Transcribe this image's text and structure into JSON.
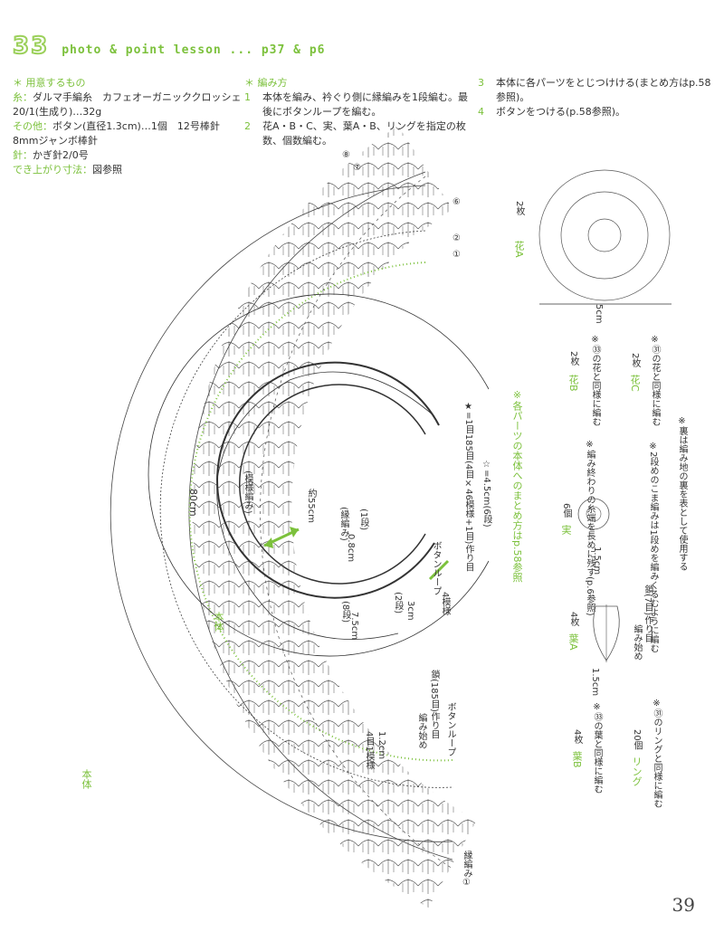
{
  "header": {
    "pattern_number": "33",
    "lesson": "photo & point lesson ... p37 & p6"
  },
  "materials": {
    "title": "＊ 用意するもの",
    "yarn_label": "糸：",
    "yarn": "ダルマ手編糸　カフェオーガニッククロッシェ",
    "yarn_detail": "20/1(生成り)…32g",
    "other_label": "その他：",
    "other": "ボタン(直径1.3cm)…1個　12号棒針",
    "other_detail": "8mmジャンボ棒針",
    "hook_label": "針：",
    "hook": "かぎ針2/0号",
    "size_label": "でき上がり寸法：",
    "size": "図参照"
  },
  "method": {
    "title": "＊ 編み方",
    "steps": [
      {
        "n": "1",
        "text": "本体を編み、衿ぐり側に縁編みを1段編む。最後にボタンループを編む。"
      },
      {
        "n": "2",
        "text": "花A・B・C、実、葉A・B、リングを指定の枚数、個数編む。"
      },
      {
        "n": "3",
        "text": "本体に各パーツをとじつけける(まとめ方はp.58参照)。"
      },
      {
        "n": "4",
        "text": "ボタンをつける(p.58参照)。"
      }
    ]
  },
  "diagram": {
    "body_label": "本体",
    "body_label2": "本体",
    "rows_top": [
      "⑧",
      "⑦",
      "⑥",
      "②",
      "①"
    ],
    "circ_80": "80cm",
    "pattern_knit": "(模様編み)",
    "approx_55": "約55cm",
    "edge_knit": "(縁編み)",
    "one_row": "(1段)",
    "w08": "0.8cm",
    "w75": "7.5cm",
    "r8": "(8段)",
    "w3": "3cm",
    "r2": "(2段)",
    "button_loop": "ボタンループ",
    "four_repeat": "4模様",
    "star_note": "★=1目185目(4目×46模様+1目)作り目",
    "star_note2": "☆=4.5cm(6段)",
    "assembly_note": "※各パーツの本体へのまとめ方はp.58参照",
    "start_rep": "4目1模様",
    "start_rep2": "1.2cm",
    "start_cast": "編み始め",
    "start_cast2": "鎖(185目)作り目",
    "button_loop2": "ボタンループ",
    "edge_start": "縁編み①"
  },
  "parts": {
    "flowerA_name": "花A",
    "flowerA_count": "2枚",
    "flowerA_size": "5cm",
    "flowerB_name": "花B",
    "flowerB_count": "2枚",
    "flowerB_note": "※㉝の花と同様に編む",
    "flowerC_name": "花C",
    "flowerC_count": "2枚",
    "flowerC_note": "※㉛の花と同様に編む",
    "berry_name": "実",
    "berry_count": "6個",
    "berry_size": "1.5cm",
    "berry_note1": "※編み終わりの糸端を長めに残す(p.6参照)",
    "berry_note2": "※2段めのこま編みは1段めを編みくるむように編む",
    "berry_note3": "※裏は編み地の裏を表として使用する",
    "leafA_name": "葉A",
    "leafA_count": "4枚",
    "leafA_size": "1.5cm",
    "leafA_start": "編み始め",
    "leafA_cast": "鎖(7目)作り目",
    "leafB_name": "葉B",
    "leafB_count": "4枚",
    "leafB_note": "※㉝の葉と同様に編む",
    "ring_name": "リング",
    "ring_count": "20個",
    "ring_note": "※㉛のリングと同様に編む"
  },
  "page_number": "39",
  "colors": {
    "accent": "#7cc13c",
    "ink": "#444444"
  }
}
